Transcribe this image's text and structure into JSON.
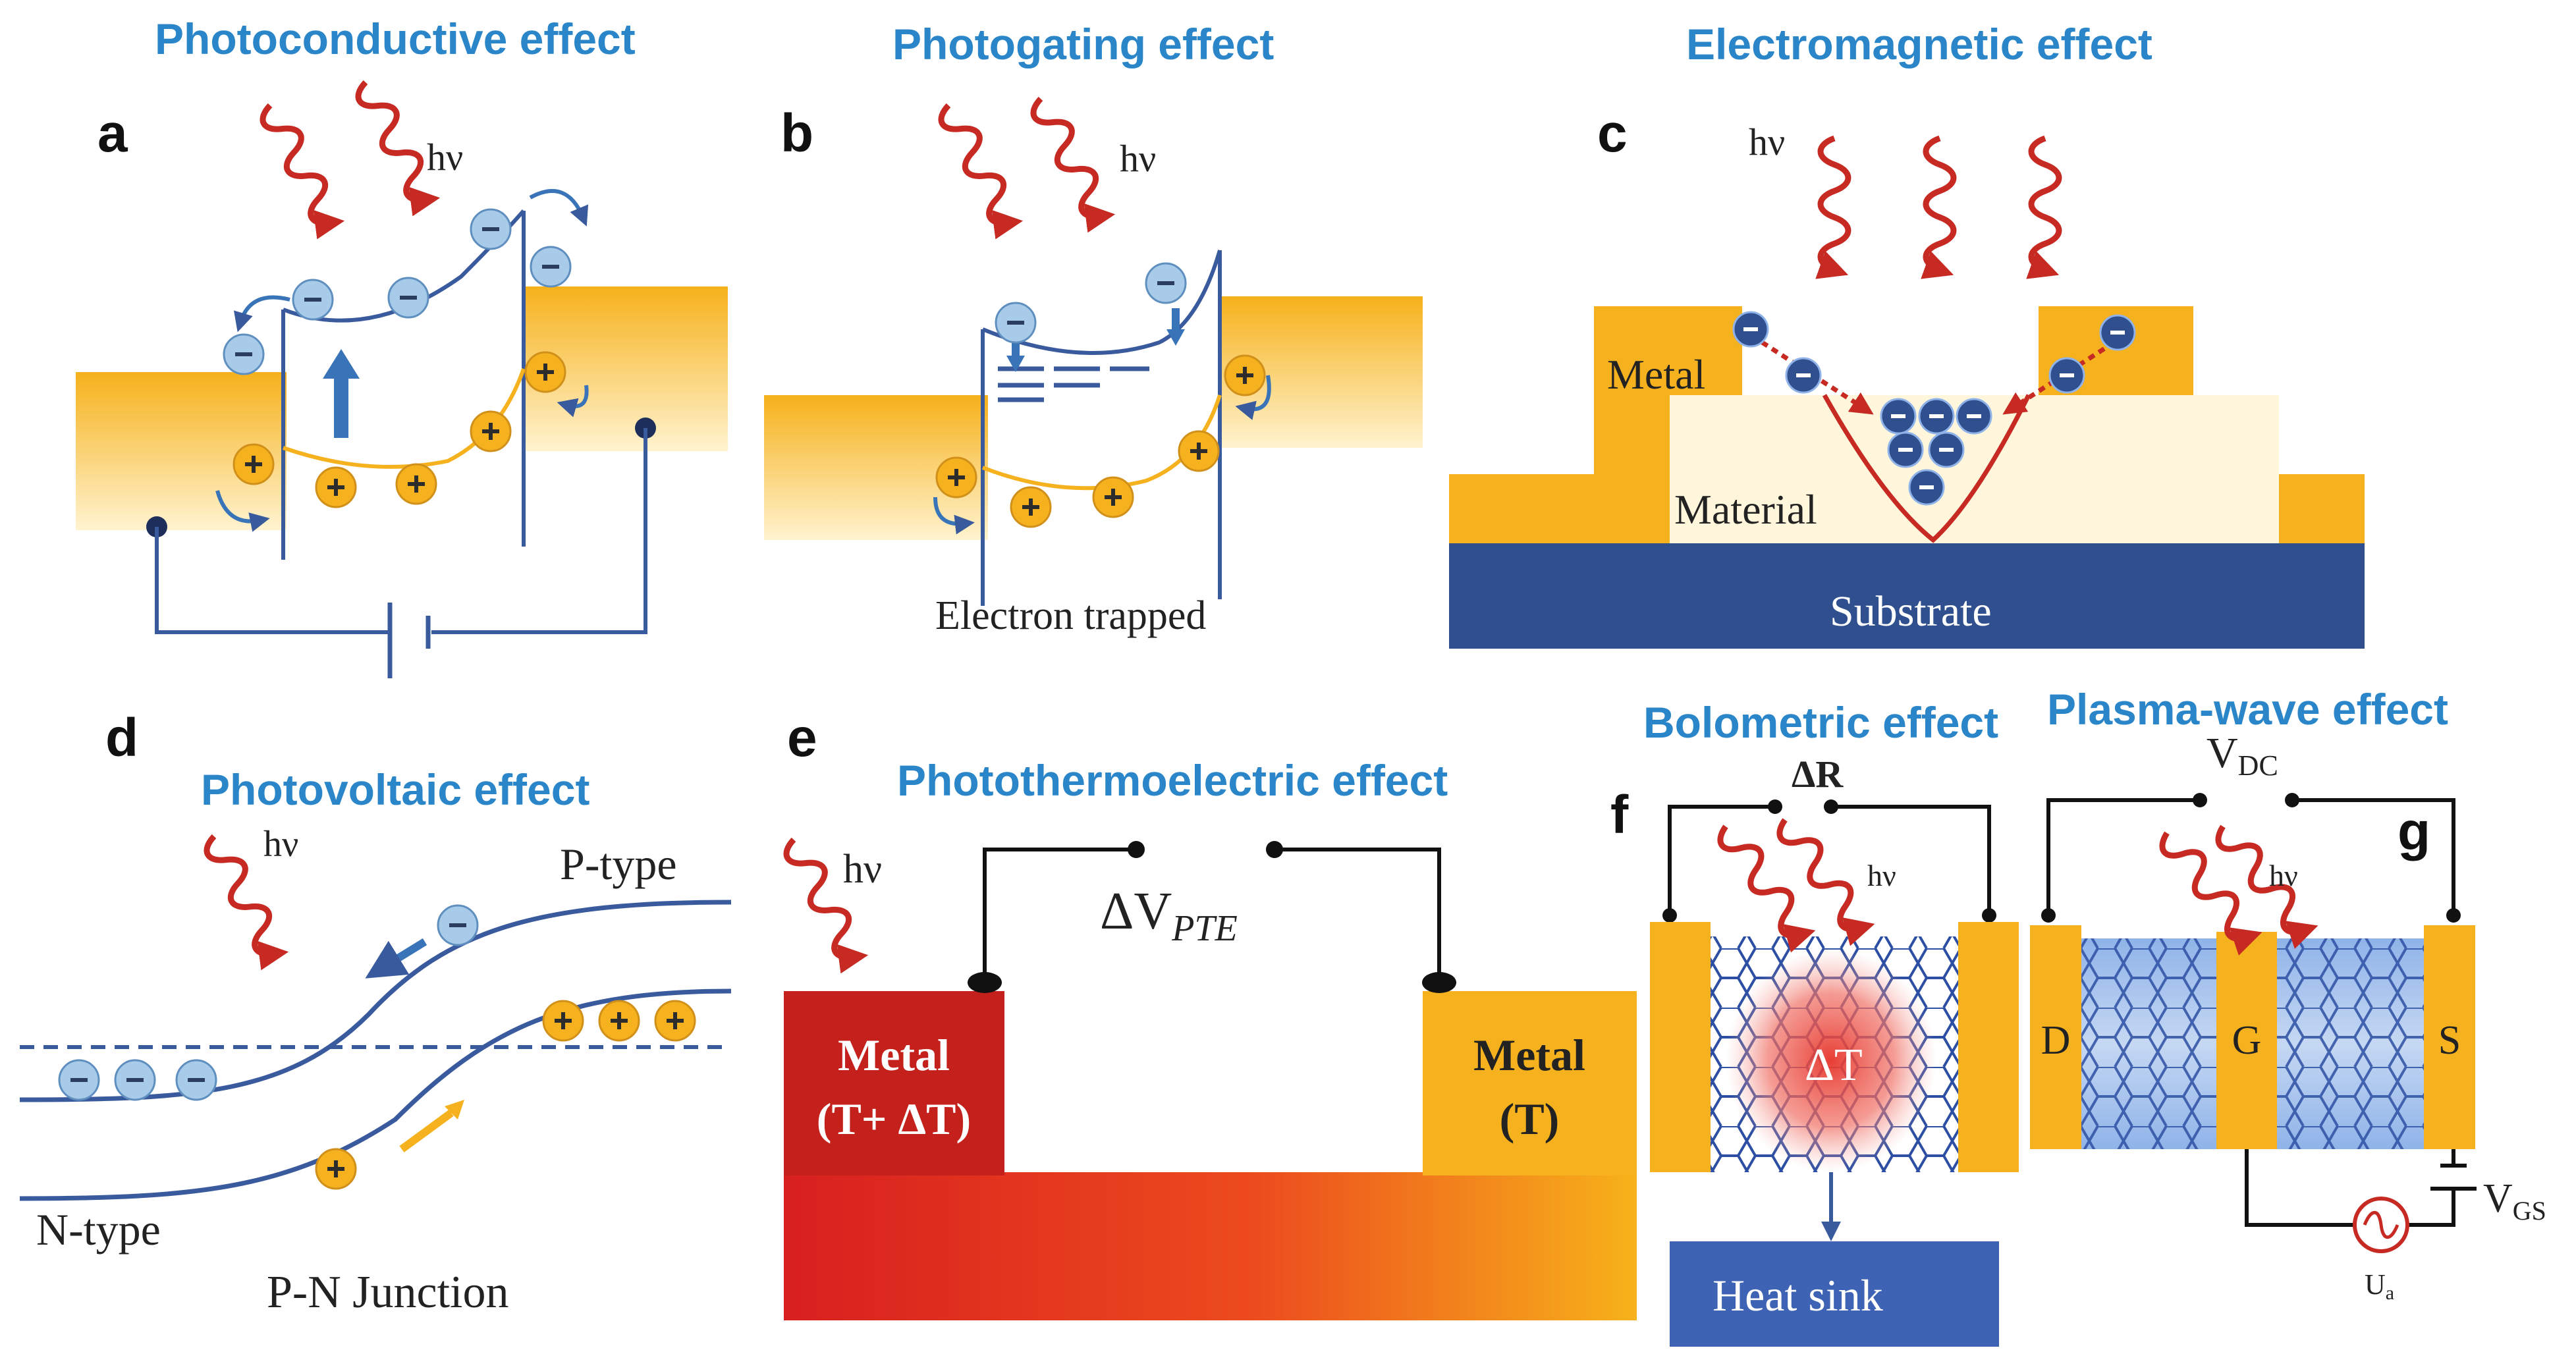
{
  "titles": {
    "a": "Photoconductive effect",
    "b": "Photogating effect",
    "c": "Electromagnetic effect",
    "d": "Photovoltaic effect",
    "e": "Photothermoelectric effect",
    "f": "Bolometric effect",
    "g": "Plasma-wave effect"
  },
  "panel_labels": {
    "a": "a",
    "b": "b",
    "c": "c",
    "d": "d",
    "e": "e",
    "f": "f",
    "g": "g"
  },
  "symbols": {
    "photon": "hν",
    "minus": "−",
    "plus": "+"
  },
  "panel_b": {
    "caption": "Electron trapped"
  },
  "panel_c": {
    "metal": "Metal",
    "material": "Material",
    "substrate": "Substrate"
  },
  "panel_d": {
    "ptype": "P-type",
    "ntype": "N-type",
    "junction": "P-N Junction"
  },
  "panel_e": {
    "dv_main": "ΔV",
    "dv_sub": "PTE",
    "metal_hot_1": "Metal",
    "metal_hot_2": "(T+ ΔT)",
    "metal_cold_1": "Metal",
    "metal_cold_2": "(T)"
  },
  "panel_f": {
    "dr": "ΔR",
    "dt": "ΔT",
    "heatsink": "Heat sink"
  },
  "panel_g": {
    "vdc_main": "V",
    "vdc_sub": "DC",
    "vgs_main": "V",
    "vgs_sub": "GS",
    "ua_main": "U",
    "ua_sub": "a",
    "d": "D",
    "g": "G",
    "s": "S"
  },
  "colors": {
    "title": "#2a86c8",
    "gold": "#f5b21e",
    "navy": "#3b5a9a",
    "red": "#c62a22",
    "line": "#3a5a9e",
    "substrate": "#2f4f8e",
    "material": "#fff6dc"
  }
}
